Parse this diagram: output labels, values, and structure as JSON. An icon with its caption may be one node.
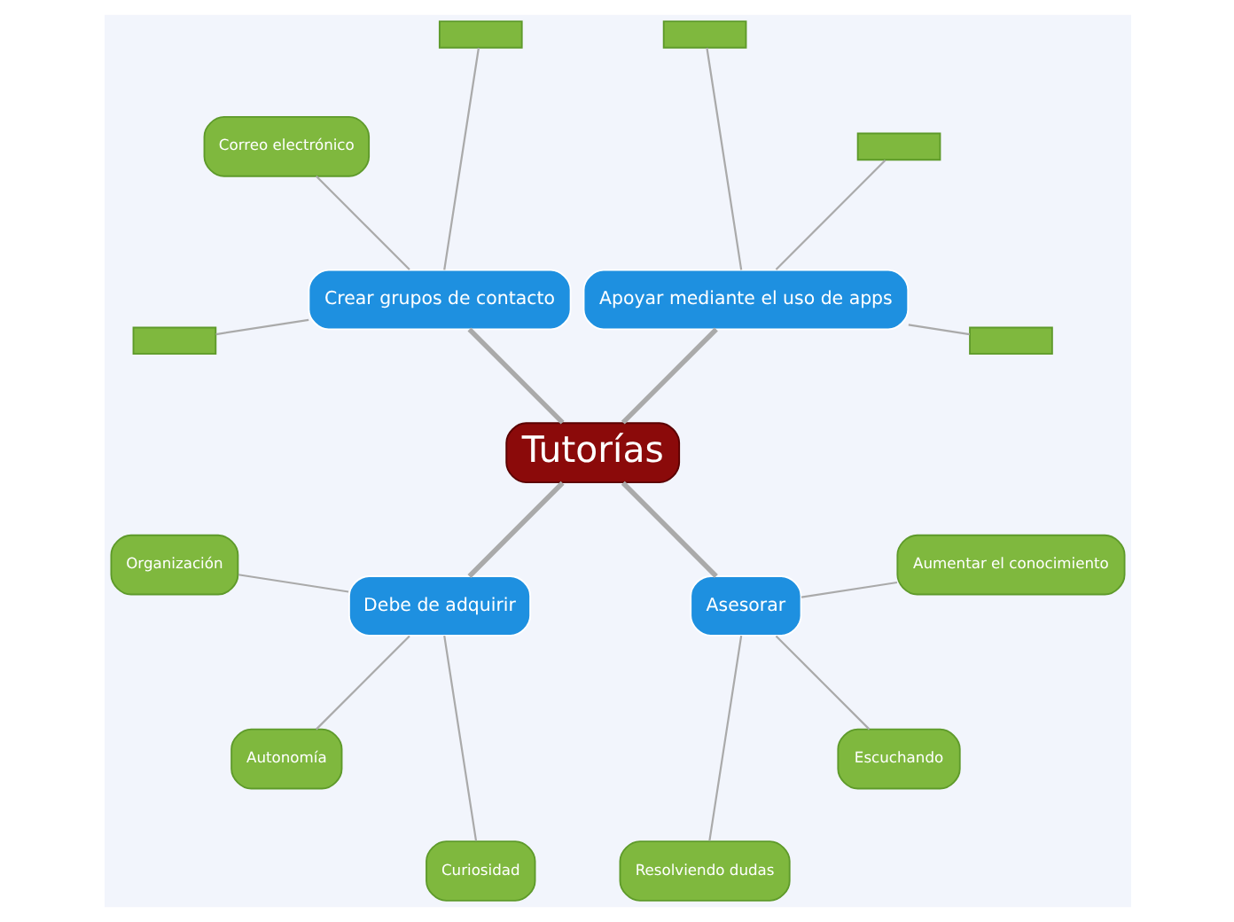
{
  "diagram": {
    "nodes": [
      {
        "text": [
          "Tutorías"
        ]
      },
      {
        "text": [
          "Apoyar mediante el uso de apps"
        ]
      },
      {
        "text": [],
        "shape": "box"
      },
      {
        "text": [],
        "shape": "box"
      },
      {
        "text": [],
        "shape": "box"
      },
      {
        "text": [
          "Crear grupos de contacto"
        ]
      },
      {
        "text": [],
        "shape": "box"
      },
      {
        "text": [
          "Correo electrónico"
        ]
      },
      {
        "text": [],
        "shape": "box"
      },
      {
        "text": [
          "Debe de adquirir"
        ]
      },
      {
        "text": [
          "Organización"
        ]
      },
      {
        "text": [
          "Autonomía"
        ]
      },
      {
        "text": [
          "Curiosidad"
        ]
      },
      {
        "text": [
          "Asesorar"
        ]
      },
      {
        "text": [
          "Resolviendo dudas"
        ]
      },
      {
        "text": [
          "Escuchando"
        ]
      },
      {
        "text": [
          "Aumentar el conocimiento"
        ]
      }
    ],
    "edges": [
      {
        "from": 0,
        "to": 1,
        "arrow": "none",
        "style": "thick"
      },
      {
        "from": 1,
        "to": 2,
        "arrow": "none"
      },
      {
        "from": 1,
        "to": 3,
        "arrow": "none"
      },
      {
        "from": 1,
        "to": 4,
        "arrow": "none"
      },
      {
        "from": 0,
        "to": 5,
        "arrow": "none",
        "style": "thick"
      },
      {
        "from": 5,
        "to": 6,
        "arrow": "none"
      },
      {
        "from": 5,
        "to": 7,
        "arrow": "none"
      },
      {
        "from": 5,
        "to": 8,
        "arrow": "none"
      },
      {
        "from": 0,
        "to": 9,
        "arrow": "none",
        "style": "thick"
      },
      {
        "from": 9,
        "to": 10,
        "arrow": "none"
      },
      {
        "from": 9,
        "to": 11,
        "arrow": "none"
      },
      {
        "from": 9,
        "to": 12,
        "arrow": "none"
      },
      {
        "from": 0,
        "to": 13,
        "arrow": "none",
        "style": "thick"
      },
      {
        "from": 13,
        "to": 14,
        "arrow": "none"
      },
      {
        "from": 13,
        "to": 15,
        "arrow": "none"
      },
      {
        "from": 13,
        "to": 16,
        "arrow": "none"
      }
    ]
  }
}
